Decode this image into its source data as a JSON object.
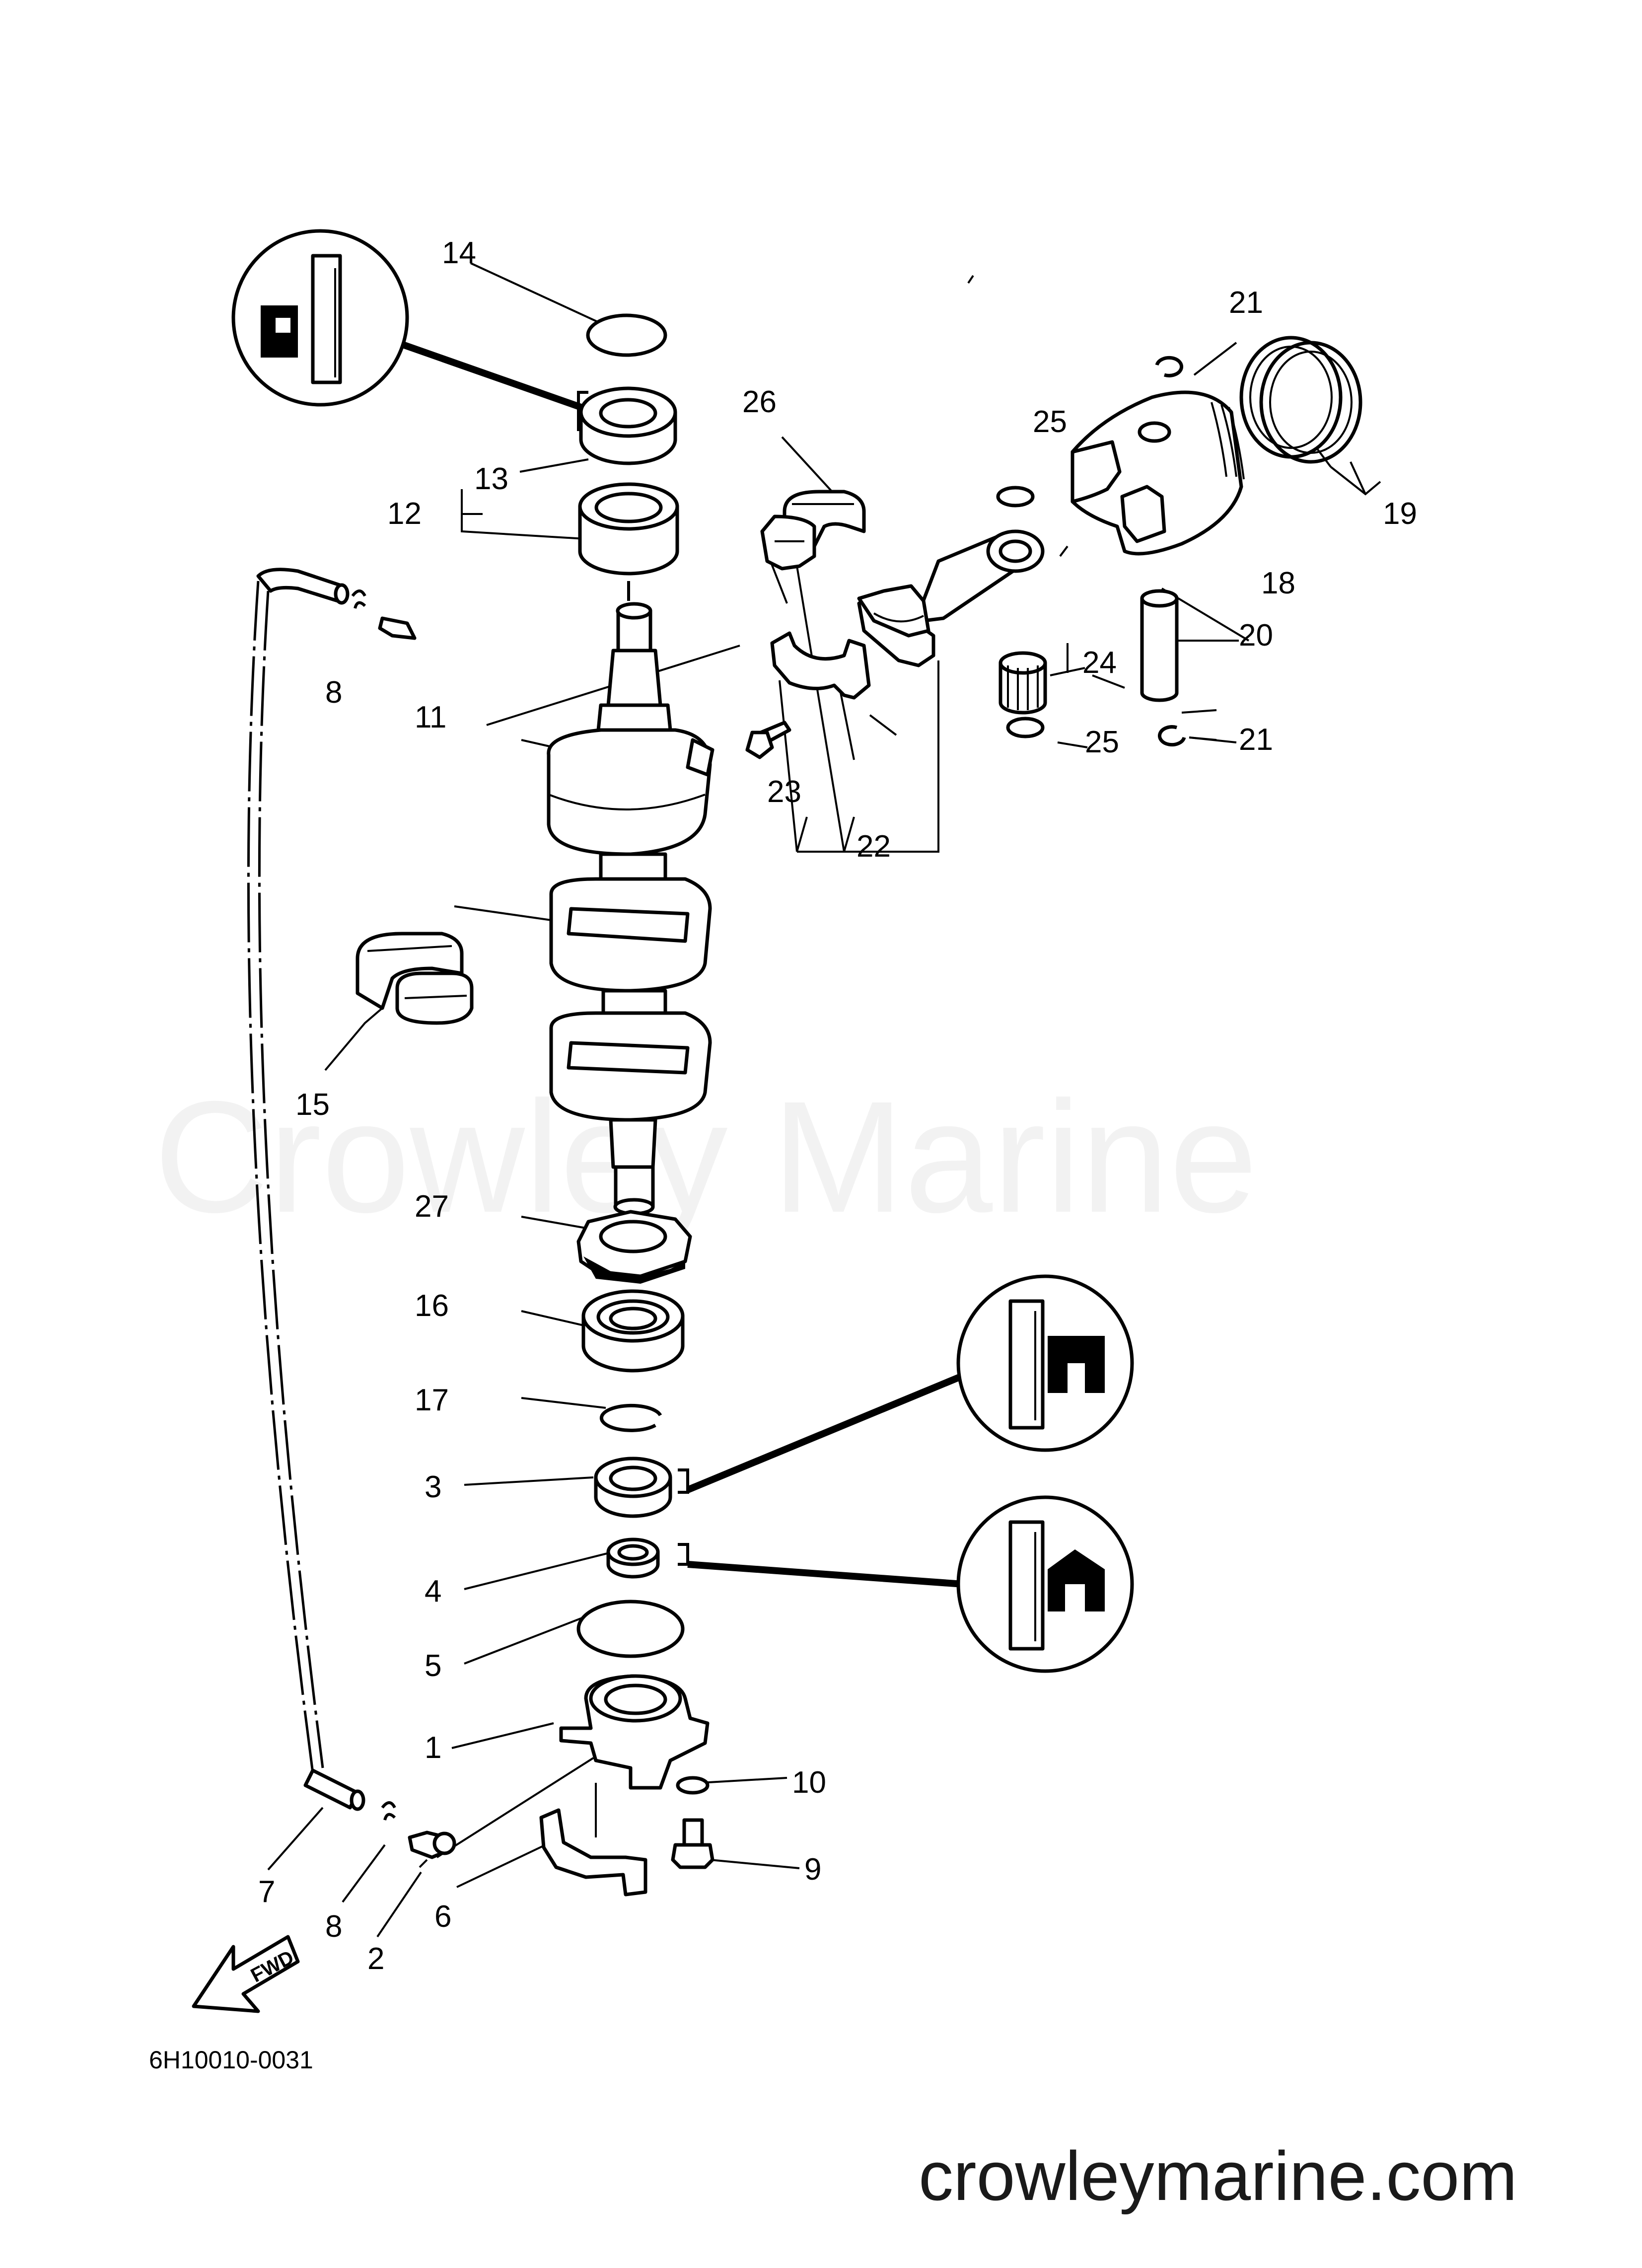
{
  "watermark": "Crowley Marine",
  "website": "crowleymarine.com",
  "diagram_code": "6H10010-0031",
  "fwd_label": "FWD",
  "callouts": [
    {
      "id": "c1",
      "text": "1"
    },
    {
      "id": "c2",
      "text": "2"
    },
    {
      "id": "c3",
      "text": "3"
    },
    {
      "id": "c4",
      "text": "4"
    },
    {
      "id": "c5",
      "text": "5"
    },
    {
      "id": "c6",
      "text": "6"
    },
    {
      "id": "c7",
      "text": "7"
    },
    {
      "id": "c8a",
      "text": "8"
    },
    {
      "id": "c8b",
      "text": "8"
    },
    {
      "id": "c9",
      "text": "9"
    },
    {
      "id": "c10",
      "text": "10"
    },
    {
      "id": "c11",
      "text": "11"
    },
    {
      "id": "c12",
      "text": "12"
    },
    {
      "id": "c13",
      "text": "13"
    },
    {
      "id": "c14",
      "text": "14"
    },
    {
      "id": "c15",
      "text": "15"
    },
    {
      "id": "c16",
      "text": "16"
    },
    {
      "id": "c17",
      "text": "17"
    },
    {
      "id": "c18",
      "text": "18"
    },
    {
      "id": "c19",
      "text": "19"
    },
    {
      "id": "c20",
      "text": "20"
    },
    {
      "id": "c21a",
      "text": "21"
    },
    {
      "id": "c21b",
      "text": "21"
    },
    {
      "id": "c22",
      "text": "22"
    },
    {
      "id": "c23",
      "text": "23"
    },
    {
      "id": "c24",
      "text": "24"
    },
    {
      "id": "c25a",
      "text": "25"
    },
    {
      "id": "c25b",
      "text": "25"
    },
    {
      "id": "c26",
      "text": "26"
    },
    {
      "id": "c27",
      "text": "27"
    }
  ]
}
